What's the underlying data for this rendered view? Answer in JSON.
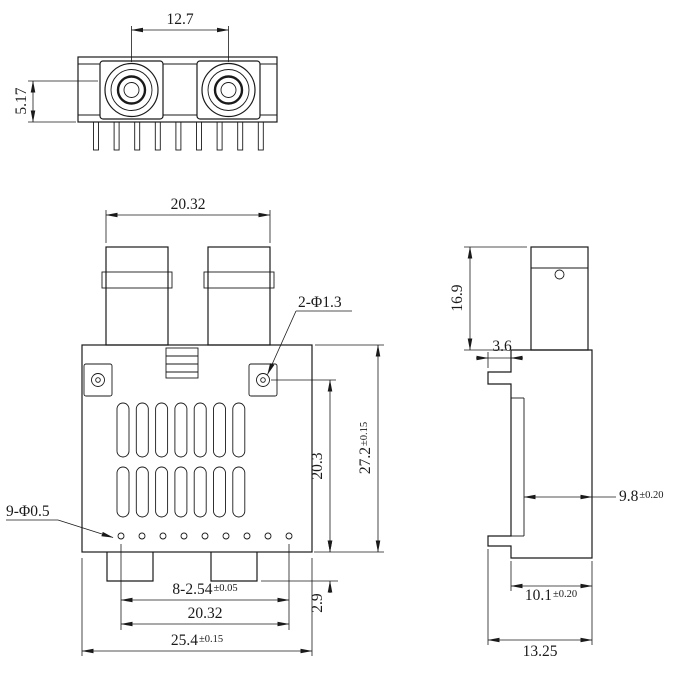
{
  "drawing": {
    "type": "engineering-drawing",
    "background_color": "#ffffff",
    "line_color": "#1a1a1a",
    "views": [
      "top-view",
      "front-view",
      "side-view"
    ],
    "dims": {
      "top_pitch": {
        "value": "12.7"
      },
      "top_height": {
        "value": "5.17"
      },
      "front_post_span": {
        "value": "20.32"
      },
      "front_hole_callout": {
        "value": "2-Φ1.3"
      },
      "front_inner_height": {
        "value": "20.3"
      },
      "front_total_height": {
        "value": "27.2",
        "tol": "±0.15"
      },
      "front_pin_callout": {
        "value": "9-Φ0.5"
      },
      "front_tab_height": {
        "value": "2.9"
      },
      "front_pin_pitch": {
        "value": "8-2.54",
        "tol": "±0.05"
      },
      "front_pin_span": {
        "value": "20.32"
      },
      "front_total_width": {
        "value": "25.4",
        "tol": "±0.15"
      },
      "side_barrel_height": {
        "value": "16.9"
      },
      "side_pin_protrusion": {
        "value": "3.6"
      },
      "side_body_depth": {
        "value": "9.8",
        "tol": "±0.20"
      },
      "side_base_depth": {
        "value": "10.1",
        "tol": "±0.20"
      },
      "side_total_depth": {
        "value": "13.25"
      }
    }
  }
}
